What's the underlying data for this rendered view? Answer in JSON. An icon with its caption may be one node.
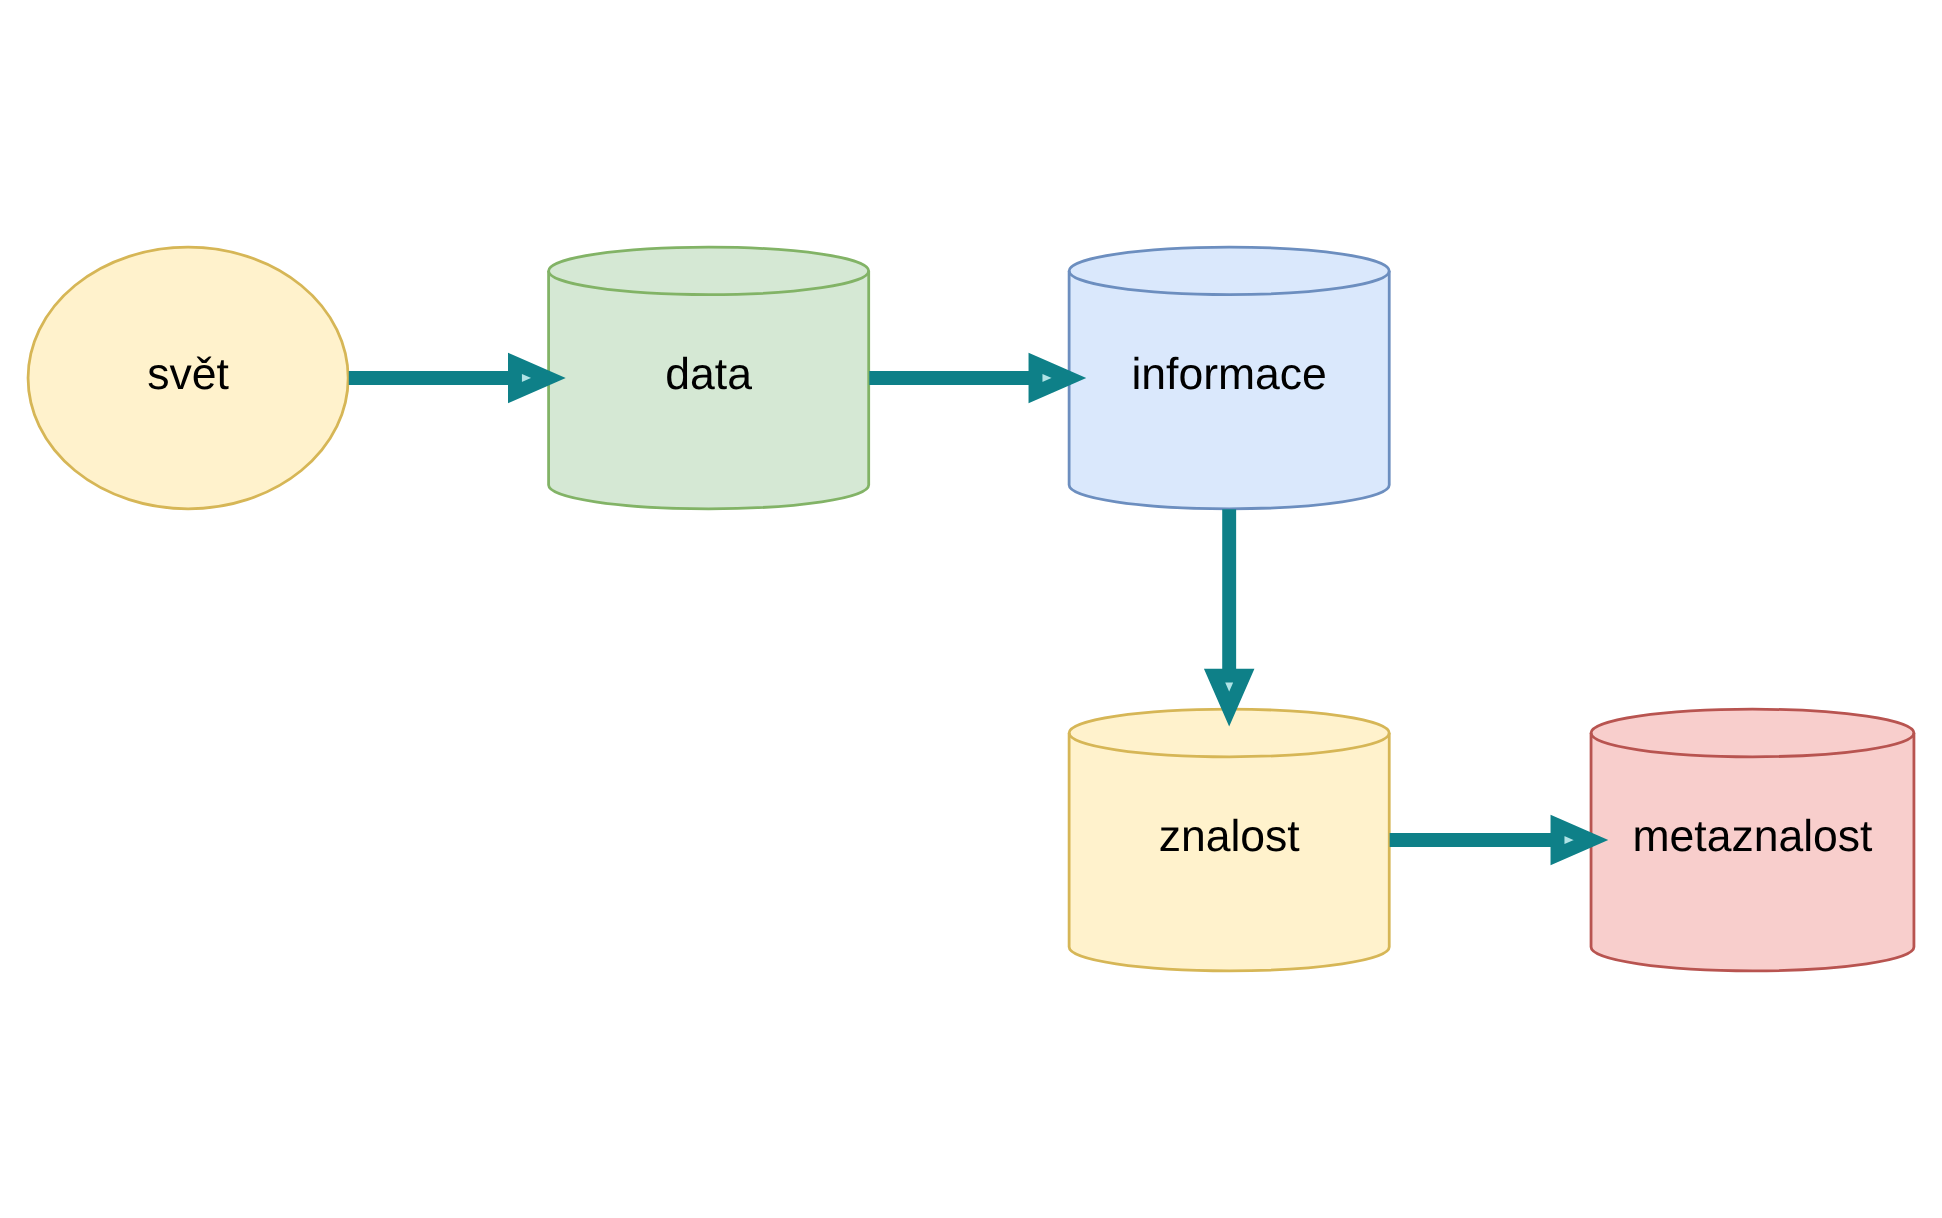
{
  "diagram": {
    "nodes": [
      {
        "text": [
          "svět"
        ]
      },
      {
        "text": [
          "data"
        ]
      },
      {
        "text": [
          "informace"
        ]
      },
      {
        "text": [
          "znalost"
        ]
      },
      {
        "text": [
          "metaznalost"
        ]
      }
    ],
    "edges": [
      {
        "from": 0,
        "to": 1,
        "arrow": "to"
      },
      {
        "from": 1,
        "to": 2,
        "arrow": "to"
      },
      {
        "from": 2,
        "to": 3,
        "arrow": "to"
      },
      {
        "from": 3,
        "to": 4,
        "arrow": "to"
      }
    ]
  }
}
